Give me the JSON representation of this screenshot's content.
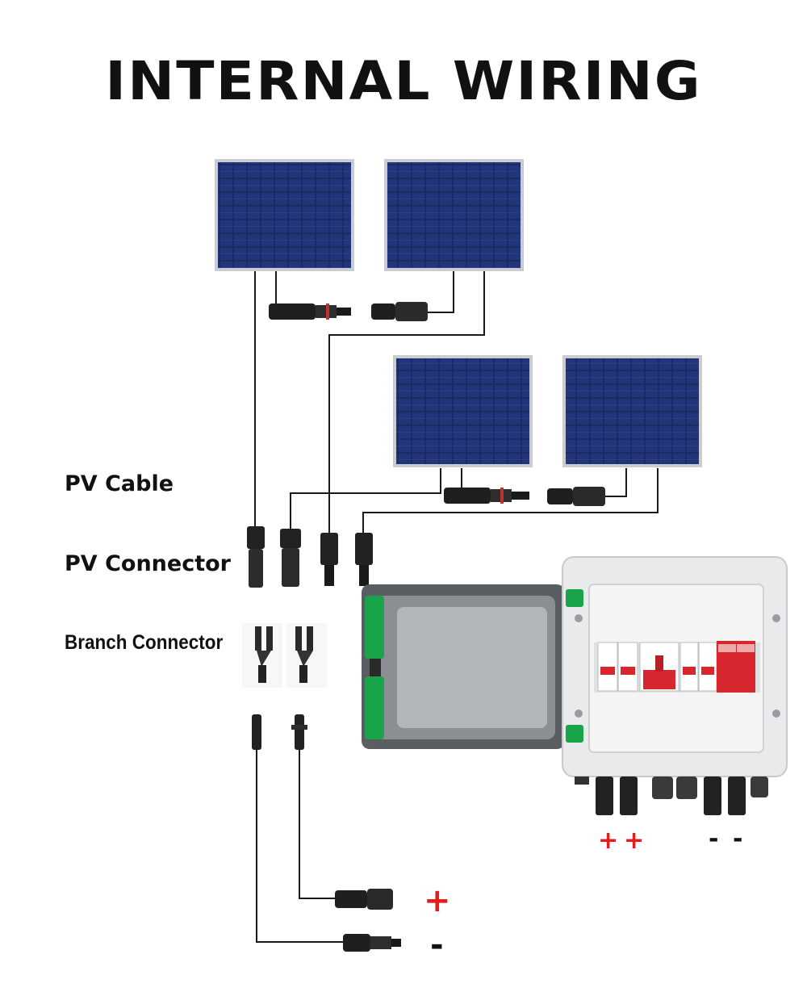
{
  "title": "INTERNAL WIRING",
  "labels": {
    "pv_cable": "PV Cable",
    "pv_connector": "PV Connector",
    "branch_connector": "Branch Connector"
  },
  "terminals": {
    "box_plus_1": "+",
    "box_plus_2": "+",
    "box_minus_1": "-",
    "box_minus_2": "-",
    "out_plus": "+",
    "out_minus": "-"
  },
  "colors": {
    "panel_cell": "#1b2a63",
    "panel_frame": "#c9cdd3",
    "wire": "#1a1a1a",
    "breaker_red": "#d8262f",
    "enclosure": "#e9eaec",
    "door": "#5a5d61",
    "hinge_green": "#1aa44a",
    "polarity_red": "#e02020"
  }
}
